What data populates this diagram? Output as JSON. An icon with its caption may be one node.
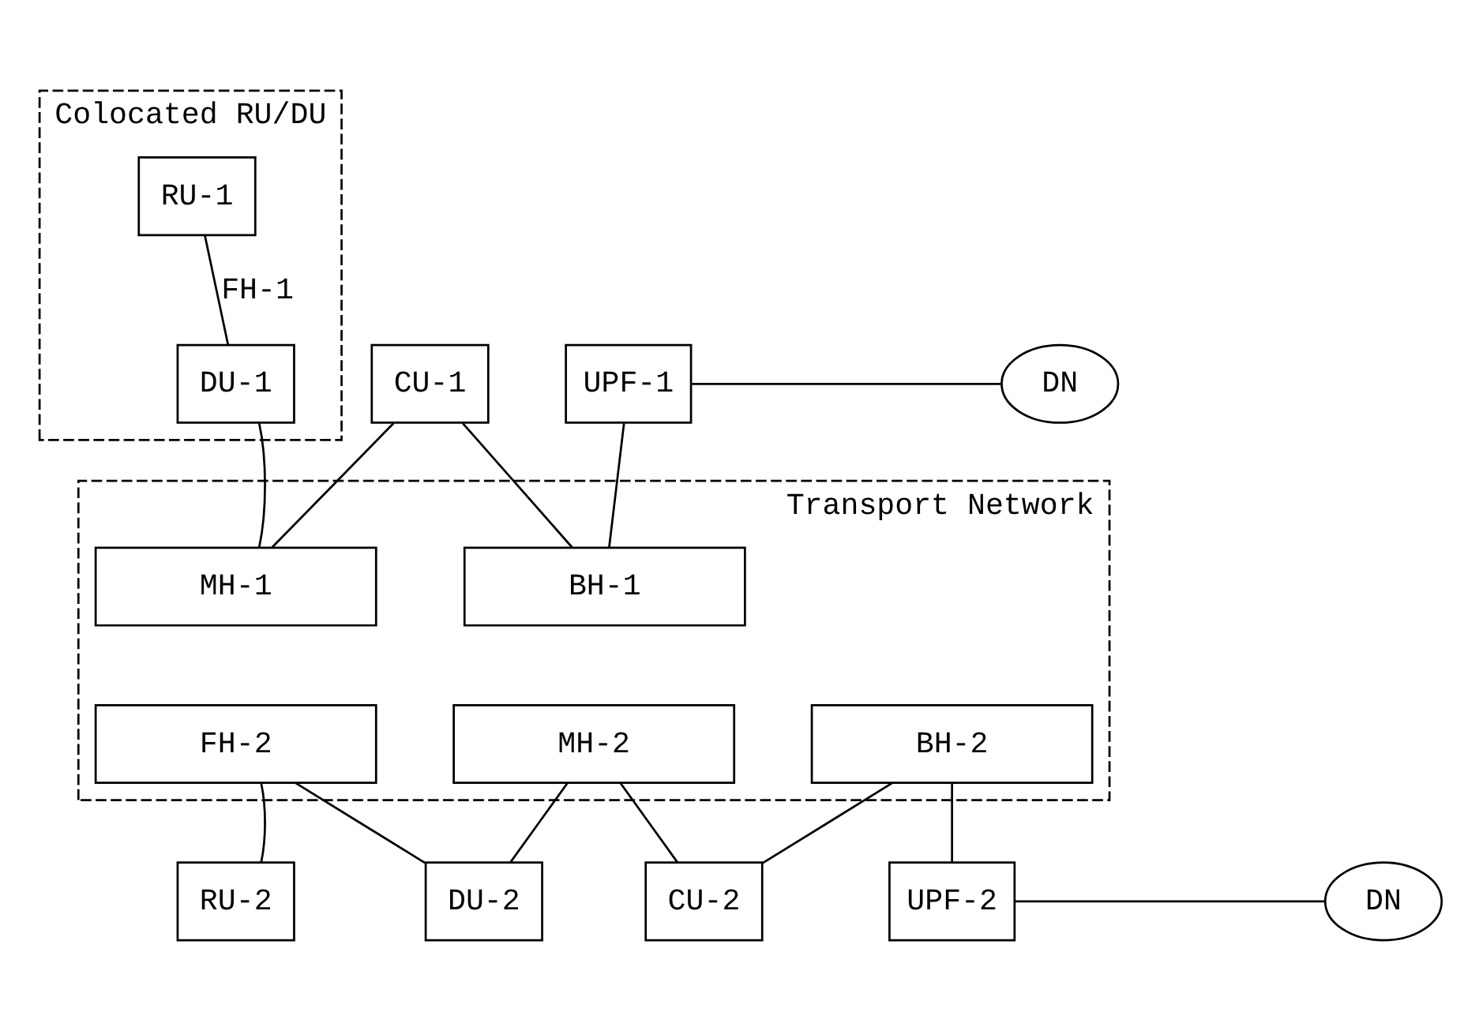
{
  "diagram": {
    "nodes": [
      {
        "text": [
          "Colocated RU/DU"
        ]
      },
      {
        "text": [
          "RU-1"
        ],
        "in": 0
      },
      {
        "text": [
          "DU-1"
        ],
        "in": 0
      },
      {
        "text": [
          "CU-1"
        ]
      },
      {
        "text": [
          "UPF-1"
        ]
      },
      {
        "text": [
          "DN"
        ]
      },
      {
        "text": [
          "Transport Network"
        ]
      },
      {
        "text": [
          "MH-1"
        ],
        "in": 6
      },
      {
        "text": [
          "BH-1"
        ],
        "in": 6
      },
      {
        "text": [
          "FH-2"
        ],
        "in": 6
      },
      {
        "text": [
          "MH-2"
        ],
        "in": 6
      },
      {
        "text": [
          "BH-2"
        ],
        "in": 6
      },
      {
        "text": [
          "RU-2"
        ]
      },
      {
        "text": [
          "DU-2"
        ]
      },
      {
        "text": [
          "CU-2"
        ]
      },
      {
        "text": [
          "UPF-2"
        ]
      },
      {
        "text": [
          "DN"
        ]
      }
    ],
    "edges": [
      {
        "from": 1,
        "to": 2,
        "arrow": "none",
        "label": "FH-1"
      },
      {
        "from": 2,
        "to": 7,
        "arrow": "none"
      },
      {
        "from": 7,
        "to": 3,
        "arrow": "none"
      },
      {
        "from": 3,
        "to": 8,
        "arrow": "none"
      },
      {
        "from": 8,
        "to": 4,
        "arrow": "none"
      },
      {
        "from": 4,
        "to": 5,
        "arrow": "none"
      },
      {
        "from": 12,
        "to": 9,
        "arrow": "none"
      },
      {
        "from": 9,
        "to": 13,
        "arrow": "none"
      },
      {
        "from": 13,
        "to": 10,
        "arrow": "none"
      },
      {
        "from": 10,
        "to": 14,
        "arrow": "none"
      },
      {
        "from": 14,
        "to": 11,
        "arrow": "none"
      },
      {
        "from": 11,
        "to": 15,
        "arrow": "none"
      },
      {
        "from": 15,
        "to": 16,
        "arrow": "none"
      }
    ]
  }
}
